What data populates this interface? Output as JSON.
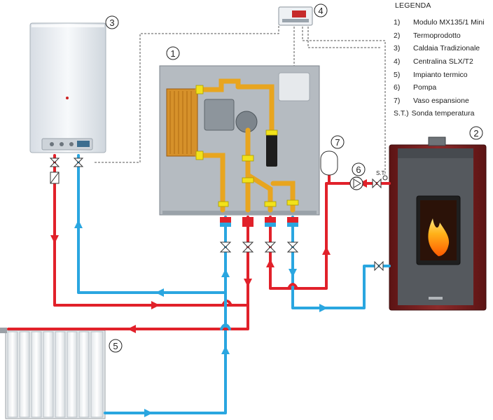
{
  "legend": {
    "title": "LEGENDA",
    "items": [
      {
        "num": "1)",
        "label": "Modulo MX135/1 Mini"
      },
      {
        "num": "2)",
        "label": "Termoprodotto"
      },
      {
        "num": "3)",
        "label": "Caldaia Tradizionale"
      },
      {
        "num": "4)",
        "label": "Centralina SLX/T2"
      },
      {
        "num": "5)",
        "label": "Impianto termico"
      },
      {
        "num": "6)",
        "label": "Pompa"
      },
      {
        "num": "7)",
        "label": "Vaso espansione"
      },
      {
        "num": "S.T.)",
        "label": "Sonda temperatura"
      }
    ]
  },
  "badges": {
    "b1": "1",
    "b2": "2",
    "b3": "3",
    "b4": "4",
    "b5": "5",
    "b6": "6",
    "b7": "7"
  },
  "sensor_label": "S.T.",
  "colors": {
    "hot_pipe": "#e1212a",
    "cold_pipe": "#2aa6e0",
    "signal_line": "#555555",
    "stove_body": "#7a1f1f",
    "module_panel": "#b7bcc2",
    "brass": "#e8a51f"
  }
}
